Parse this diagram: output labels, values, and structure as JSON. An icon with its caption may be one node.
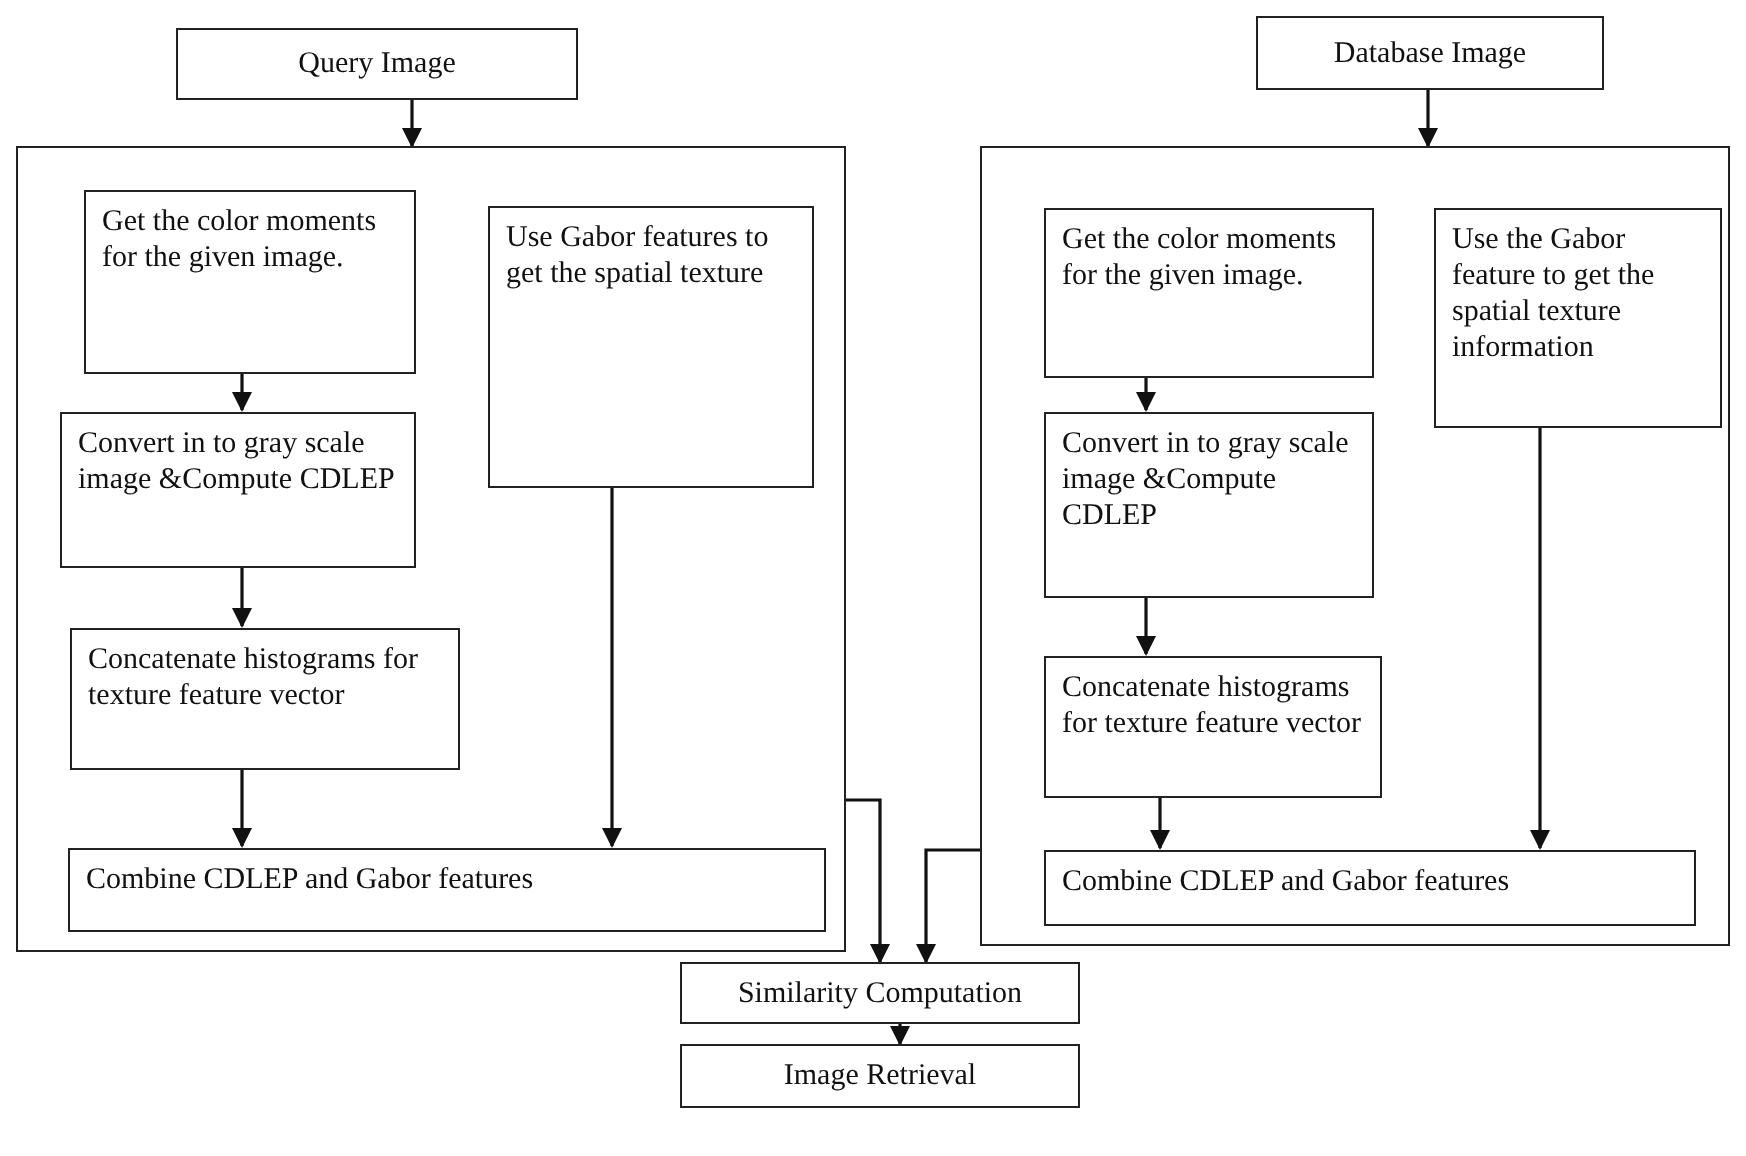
{
  "diagram": {
    "nodes": [
      {
        "text": [
          "Query Image"
        ]
      },
      {
        "text": [],
        "shape": "box"
      },
      {
        "text": [
          "Get the color moments for the given image."
        ],
        "in": 1
      },
      {
        "text": [
          "Use  Gabor features to get the spatial texture"
        ],
        "in": 1
      },
      {
        "text": [
          "Convert in to gray scale image &Compute CDLEP"
        ],
        "in": 1
      },
      {
        "text": [
          "Concatenate histograms for texture feature vector"
        ],
        "in": 1
      },
      {
        "text": [
          "Combine CDLEP and Gabor features"
        ],
        "in": 1
      },
      {
        "text": [
          "Database Image"
        ]
      },
      {
        "text": [],
        "shape": "box"
      },
      {
        "text": [
          "Get the color moments for the given image."
        ],
        "in": 8
      },
      {
        "text": [
          "Use the Gabor feature to get the spatial texture information"
        ],
        "in": 8
      },
      {
        "text": [
          "Convert in to gray scale image &Compute CDLEP"
        ],
        "in": 8
      },
      {
        "text": [
          "Concatenate histograms for texture feature vector"
        ],
        "in": 8
      },
      {
        "text": [
          "Combine CDLEP and Gabor features"
        ],
        "in": 8
      },
      {
        "text": [
          "Similarity Computation"
        ]
      },
      {
        "text": [
          "Image Retrieval"
        ]
      }
    ],
    "edges": [
      {
        "from": 0,
        "to": 1,
        "arrow": "to"
      },
      {
        "from": 2,
        "to": 4,
        "arrow": "to"
      },
      {
        "from": 4,
        "to": 5,
        "arrow": "to"
      },
      {
        "from": 5,
        "to": 6,
        "arrow": "to"
      },
      {
        "from": 3,
        "to": 6,
        "arrow": "to"
      },
      {
        "from": 7,
        "to": 8,
        "arrow": "to"
      },
      {
        "from": 9,
        "to": 11,
        "arrow": "to"
      },
      {
        "from": 11,
        "to": 12,
        "arrow": "to"
      },
      {
        "from": 12,
        "to": 13,
        "arrow": "to"
      },
      {
        "from": 10,
        "to": 13,
        "arrow": "to"
      },
      {
        "from": 1,
        "to": 14,
        "arrow": "to"
      },
      {
        "from": 8,
        "to": 14,
        "arrow": "to"
      },
      {
        "from": 14,
        "to": 15,
        "arrow": "to"
      }
    ]
  }
}
